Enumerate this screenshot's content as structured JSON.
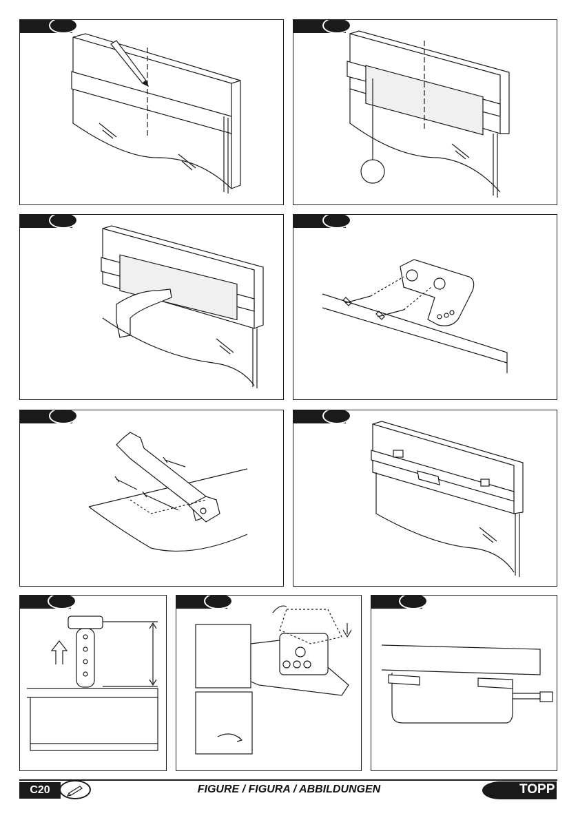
{
  "page": {
    "code": "C20",
    "title": "FIGURE / FIGURA / ABBILDUNGEN",
    "brand": "TOPP"
  },
  "colors": {
    "ink": "#1a1a1a",
    "paper": "#ffffff",
    "shade": "#b8b8b8"
  },
  "steps": [
    {
      "id": "step-1",
      "illustration": "mark-center-pencil-icon"
    },
    {
      "id": "step-2",
      "illustration": "template-center-icon"
    },
    {
      "id": "step-3",
      "illustration": "drill-holes-icon"
    },
    {
      "id": "step-4",
      "illustration": "bracket-screws-icon"
    },
    {
      "id": "step-5",
      "illustration": "arm-bracket-screws-icon"
    },
    {
      "id": "step-6",
      "illustration": "brackets-mounted-icon"
    },
    {
      "id": "step-7",
      "illustration": "adjust-height-icon"
    },
    {
      "id": "step-8",
      "illustration": "rotate-mount-icon"
    },
    {
      "id": "step-9",
      "illustration": "tighten-screw-icon"
    }
  ]
}
